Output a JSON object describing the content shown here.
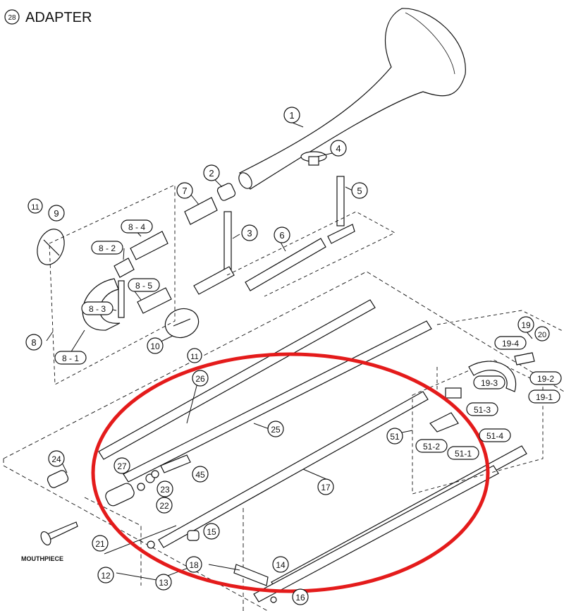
{
  "title": {
    "number": "28",
    "text": "ADAPTER"
  },
  "labels": {
    "p1": "1",
    "p2": "2",
    "p3": "3",
    "p4": "4",
    "p5": "5",
    "p6": "6",
    "p7": "7",
    "p8": "8",
    "p8_1": "8 - 1",
    "p8_2": "8 - 2",
    "p8_3": "8 - 3",
    "p8_4": "8 - 4",
    "p8_5": "8 - 5",
    "p9": "9",
    "p10": "10",
    "p11a": "11",
    "p11b": "11",
    "p12": "12",
    "p13": "13",
    "p14": "14",
    "p15": "15",
    "p16": "16",
    "p17": "17",
    "p18": "18",
    "p19": "19",
    "p19_1": "19-1",
    "p19_2": "19-2",
    "p19_3": "19-3",
    "p19_4": "19-4",
    "p20": "20",
    "p21": "21",
    "p22": "22",
    "p23": "23",
    "p24": "24",
    "p25": "25",
    "p26": "26",
    "p27": "27",
    "p45": "45",
    "p51": "51",
    "p51_1": "51-1",
    "p51_2": "51-2",
    "p51_3": "51-3",
    "p51_4": "51-4",
    "mouthpiece": "MOUTHPIECE"
  },
  "colors": {
    "ink": "#111111",
    "highlight": "#e41b1b",
    "part_fill": "#ffffff",
    "shade": "#cfcfcf"
  }
}
